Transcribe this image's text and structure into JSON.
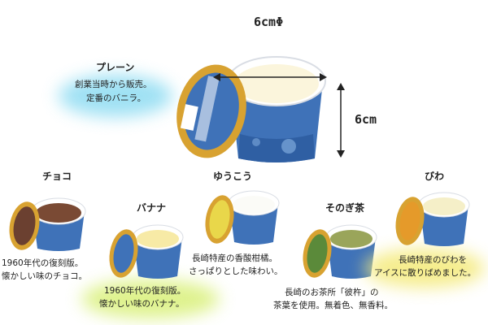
{
  "dimensions": {
    "diameter": "6cmΦ",
    "height": "6cm"
  },
  "products": [
    {
      "id": "plain",
      "name": "プレーン",
      "lines": [
        "創業当時から販売。",
        "定番のバニラ。"
      ],
      "ice_color": "#fbf5dc",
      "glow": "#7fd6ee"
    },
    {
      "id": "choco",
      "name": "チョコ",
      "lines": [
        "1960年代の復刻版。",
        "懐かしい味のチョコ。"
      ],
      "ice_color": "#7a4a34",
      "glow": ""
    },
    {
      "id": "banana",
      "name": "バナナ",
      "lines": [
        "1960年代の復刻版。",
        "懐かしい味のバナナ。"
      ],
      "ice_color": "#f7eaa6",
      "glow": "#d9f07a"
    },
    {
      "id": "yuukou",
      "name": "ゆうこう",
      "lines": [
        "長崎特産の香酸柑橘。",
        "さっぱりとした味わい。"
      ],
      "ice_color": "#fbfbf7",
      "glow": ""
    },
    {
      "id": "sonogi-cha",
      "name": "そのぎ茶",
      "lines": [
        "長崎のお茶所「彼杵」の",
        "茶葉を使用。無着色、無香料。"
      ],
      "ice_color": "#9aa55a",
      "glow": ""
    },
    {
      "id": "biwa",
      "name": "びわ",
      "lines": [
        "長崎特産のびわを",
        "アイスに散りばめました。"
      ],
      "ice_color": "#f5efc8",
      "glow": "#f4ea7a"
    }
  ],
  "colors": {
    "cup_blue": "#3f72b8",
    "cup_blue_light": "#7ea9dc",
    "lid_gold": "#d8a231",
    "lid_gold_dark": "#b9831d"
  }
}
